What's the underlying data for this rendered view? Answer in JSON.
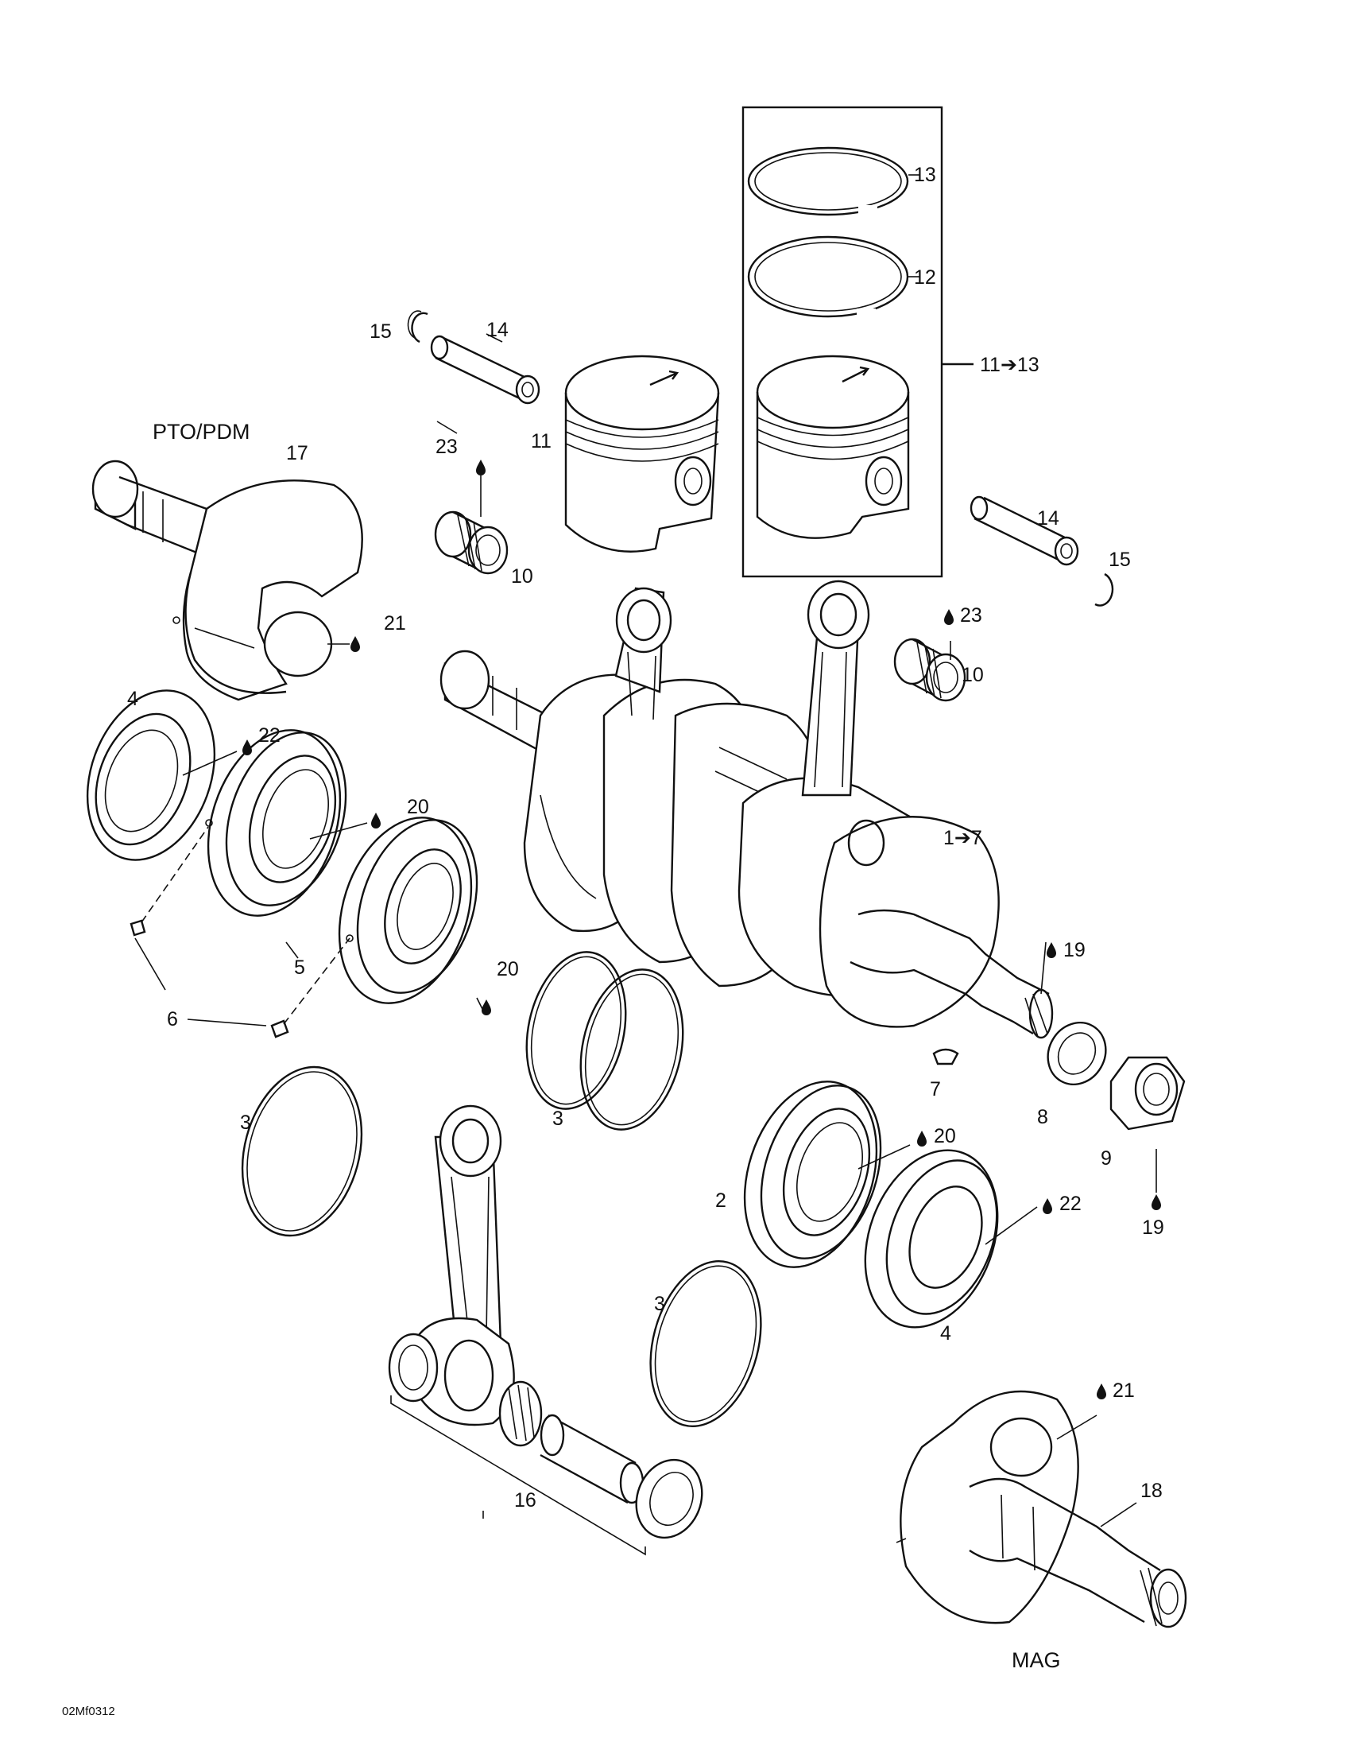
{
  "labels": {
    "ring_top": "13",
    "ring_second": "12",
    "piston_group": "11➔13",
    "clip_left": "15",
    "pin_left": "14",
    "piston_left": "11",
    "lube_23_left": "23",
    "bearing_10_left": "10",
    "pin_right": "14",
    "clip_right": "15",
    "lube_23_right": "23",
    "bearing_10_right": "10",
    "pto_side": "PTO/PDM",
    "crank_half_17": "17",
    "lube_21_top": "21",
    "seal_4_left": "4",
    "lube_22_left": "22",
    "lube_20_left": "20",
    "crank_assembly": "1➔7",
    "bearing_5": "5",
    "lube_20_mid": "20",
    "dowel_6": "6",
    "lube_19_top": "19",
    "key_7": "7",
    "washer_8": "8",
    "nut_9": "9",
    "oring_3_left": "3",
    "oring_3_mid": "3",
    "bearing_2": "2",
    "lube_20_right": "20",
    "lube_22_right": "22",
    "lube_19_bottom": "19",
    "oring_3_bottom": "3",
    "seal_4_right": "4",
    "rod_kit_16": "16",
    "lube_21_bottom": "21",
    "crank_half_18": "18",
    "mag_side": "MAG",
    "figure_code": "02Mf0312"
  },
  "icons": [
    "lubricant-drop-icon",
    "arrow-icon"
  ]
}
